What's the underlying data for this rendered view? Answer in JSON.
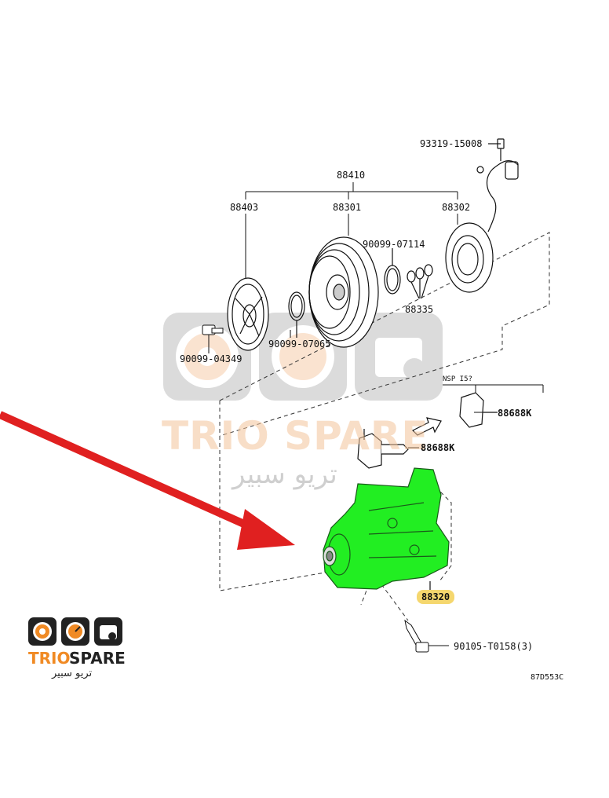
{
  "diagram": {
    "parts": {
      "p93319": "93319-15008",
      "p88410": "88410",
      "p88403": "88403",
      "p88301": "88301",
      "p88302": "88302",
      "p90099_07114": "90099-07114",
      "p88335": "88335",
      "p90099_07065": "90099-07065",
      "p90099_04349": "90099-04349",
      "nsp": "NSP I5?",
      "p88688k_1": "88688K",
      "p88688k_2": "88688K",
      "p88320": "88320",
      "p90105": "90105-T0158(3)"
    },
    "figure_code": "87D553C",
    "highlight_color": "#22ee22",
    "arrow_color": "#e02020",
    "label_highlight_color": "#f5d76e"
  },
  "watermark": {
    "brand": "TRIO SPARE",
    "brand_arabic": "تريو سبير"
  },
  "logo": {
    "brand_first": "TRIO",
    "brand_second": "SPARE",
    "brand_arabic": "تريو سبير",
    "accent_color": "#f08a24"
  }
}
